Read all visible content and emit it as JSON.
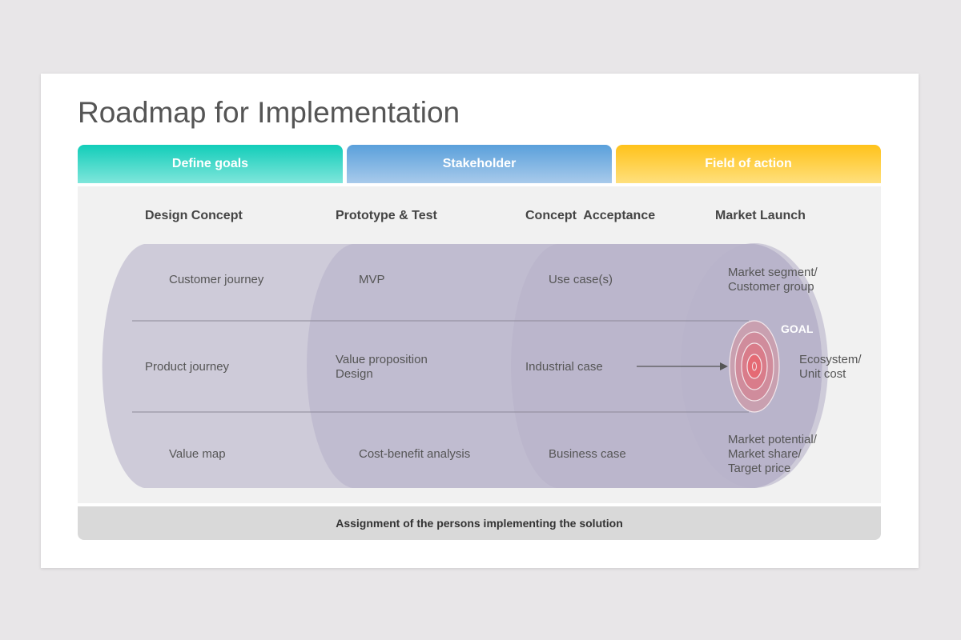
{
  "title": "Roadmap for Implementation",
  "tabs": [
    "Define goals",
    "Stakeholder",
    "Field of action"
  ],
  "phases": [
    "Design Concept",
    "Prototype & Test",
    "Concept  Acceptance",
    "Market Launch"
  ],
  "cells": {
    "design": [
      "Customer journey",
      "Product journey",
      "Value map"
    ],
    "prototype": [
      "MVP",
      "Value proposition\nDesign",
      "Cost-benefit analysis"
    ],
    "acceptance": [
      "Use case(s)",
      "Industrial case",
      "Business case"
    ],
    "market": [
      "Market segment/\nCustomer group",
      "Ecosystem/\nUnit cost",
      "Market potential/\nMarket share/\nTarget price"
    ]
  },
  "goal_label": "GOAL",
  "footer": "Assignment of the persons implementing the solution",
  "colors": {
    "define": "#12cdb9",
    "stakeholder": "#5aa0db",
    "field": "#ffc21a",
    "cylinder": "#a9a4bf",
    "target": "#e07a80"
  }
}
